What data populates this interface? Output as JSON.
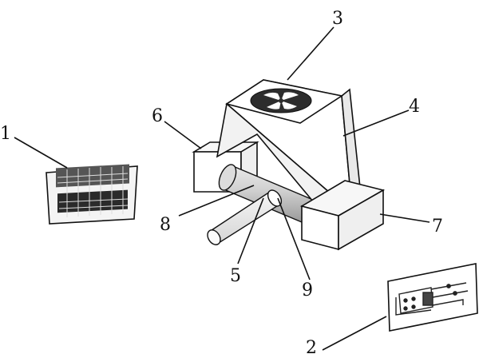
{
  "labels": {
    "l1": "1",
    "l2": "2",
    "l3": "3",
    "l4": "4",
    "l5": "5",
    "l6": "6",
    "l7": "7",
    "l8": "8",
    "l9": "9"
  },
  "icons": {
    "fan": "fan-icon",
    "keyboard": "keyboard-module-icon",
    "circuit": "circuit-board-icon"
  }
}
